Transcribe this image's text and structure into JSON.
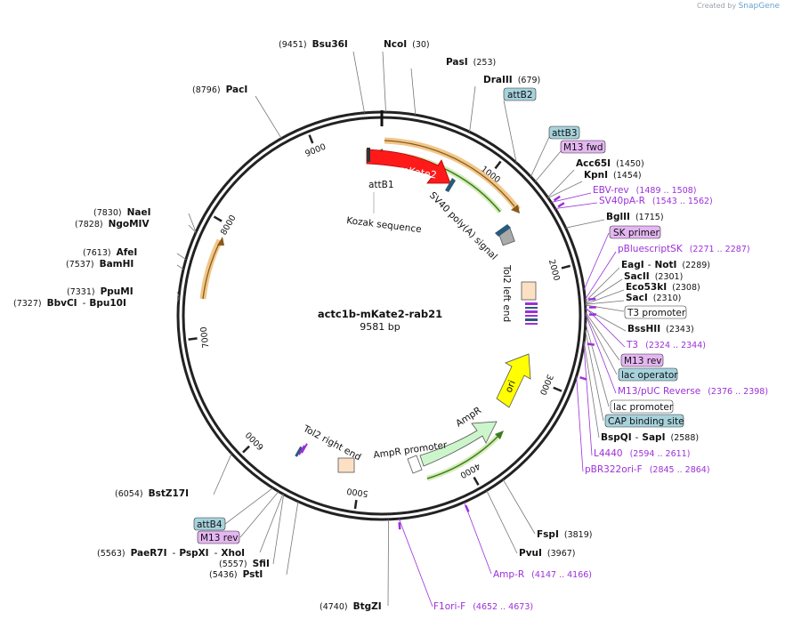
{
  "credit": {
    "prefix": "Created by",
    "brand": "SnapGene"
  },
  "plasmid": {
    "name": "actc1b-mKate2-rab21",
    "length_label": "9581 bp",
    "length": 9581
  },
  "ruler": [
    {
      "pos": 1000,
      "label": "1000"
    },
    {
      "pos": 2000,
      "label": "2000"
    },
    {
      "pos": 3000,
      "label": "3000"
    },
    {
      "pos": 4000,
      "label": "4000"
    },
    {
      "pos": 5000,
      "label": "5000"
    },
    {
      "pos": 6000,
      "label": "6000"
    },
    {
      "pos": 7000,
      "label": "7000"
    },
    {
      "pos": 8000,
      "label": "8000"
    },
    {
      "pos": 9000,
      "label": "9000"
    }
  ],
  "sites": [
    {
      "name": "Bsu36I",
      "pos": "(9451)",
      "side": "left",
      "bp": 9451
    },
    {
      "name": "NcoI",
      "pos": "(30)",
      "side": "right",
      "bp": 30
    },
    {
      "name": "PasI",
      "pos": "(253)",
      "side": "right",
      "bp": 253
    },
    {
      "name": "DraIII",
      "pos": "(679)",
      "side": "right",
      "bp": 679
    },
    {
      "name": "PacI",
      "pos": "(8796)",
      "side": "left",
      "bp": 8796
    },
    {
      "name": "Acc65I",
      "pos": "(1450)",
      "side": "right",
      "bp": 1450
    },
    {
      "name": "KpnI",
      "pos": "(1454)",
      "side": "right",
      "bp": 1454
    },
    {
      "name": "BglII",
      "pos": "(1715)",
      "side": "right",
      "bp": 1715
    },
    {
      "name": "NaeI",
      "pos": "(7830)",
      "side": "left",
      "bp": 7830
    },
    {
      "name": "NgoMIV",
      "pos": "(7828)",
      "side": "left",
      "bp": 7828
    },
    {
      "name": "AfeI",
      "pos": "(7613)",
      "side": "left",
      "bp": 7613
    },
    {
      "name": "BamHI",
      "pos": "(7537)",
      "side": "left",
      "bp": 7537
    },
    {
      "name": "EagI",
      "name2": "NotI",
      "pos": "(2289)",
      "side": "right",
      "bp": 2289
    },
    {
      "name": "SacII",
      "pos": "(2301)",
      "side": "right",
      "bp": 2301
    },
    {
      "name": "Eco53kI",
      "pos": "(2308)",
      "side": "right",
      "bp": 2308
    },
    {
      "name": "SacI",
      "pos": "(2310)",
      "side": "right",
      "bp": 2310
    },
    {
      "name": "PpuMI",
      "pos": "(7331)",
      "side": "left",
      "bp": 7331
    },
    {
      "name": "BbvCI",
      "name2": "Bpu10I",
      "pos": "(7327)",
      "side": "left",
      "bp": 7327
    },
    {
      "name": "BssHII",
      "pos": "(2343)",
      "side": "right",
      "bp": 2343
    },
    {
      "name": "BspQI",
      "name2": "SapI",
      "pos": "(2588)",
      "side": "right",
      "bp": 2588
    },
    {
      "name": "FspI",
      "pos": "(3819)",
      "side": "right",
      "bp": 3819
    },
    {
      "name": "PvuI",
      "pos": "(3967)",
      "side": "right",
      "bp": 3967
    },
    {
      "name": "BstZ17I",
      "pos": "(6054)",
      "side": "left",
      "bp": 6054
    },
    {
      "name": "PaeR7I",
      "name2": "PspXI",
      "name3": "XhoI",
      "pos": "(5563)",
      "side": "left",
      "bp": 5563
    },
    {
      "name": "SfiI",
      "pos": "(5557)",
      "side": "left",
      "bp": 5557
    },
    {
      "name": "PstI",
      "pos": "(5436)",
      "side": "left",
      "bp": 5436
    },
    {
      "name": "BtgZI",
      "pos": "(4740)",
      "side": "left",
      "bp": 4740
    }
  ],
  "primers": [
    {
      "name": "EBV-rev",
      "range": "(1489 .. 1508)"
    },
    {
      "name": "SV40pA-R",
      "range": "(1543 .. 1562)"
    },
    {
      "name": "pBluescriptSK",
      "range": "(2271 .. 2287)"
    },
    {
      "name": "T3",
      "range": "(2324 .. 2344)"
    },
    {
      "name": "M13/pUC Reverse",
      "range": "(2376 .. 2398)"
    },
    {
      "name": "L4440",
      "range": "(2594 .. 2611)"
    },
    {
      "name": "pBR322ori-F",
      "range": "(2845 .. 2864)"
    },
    {
      "name": "Amp-R",
      "range": "(4147 .. 4166)"
    },
    {
      "name": "F1ori-F",
      "range": "(4652 .. 4673)"
    }
  ],
  "boxes": [
    {
      "name": "attB2",
      "kind": "teal"
    },
    {
      "name": "attB3",
      "kind": "teal"
    },
    {
      "name": "M13 fwd",
      "kind": "purple"
    },
    {
      "name": "SK primer",
      "kind": "purple"
    },
    {
      "name": "T3 promoter",
      "kind": "white"
    },
    {
      "name": "M13 rev",
      "kind": "purple"
    },
    {
      "name": "lac operator",
      "kind": "teal"
    },
    {
      "name": "lac promoter",
      "kind": "white"
    },
    {
      "name": "CAP binding site",
      "kind": "teal"
    },
    {
      "name": "attB4",
      "kind": "teal"
    },
    {
      "name": "M13 rev",
      "kind": "purple"
    }
  ],
  "features": {
    "mkate2": "mKate2",
    "attb1": "attB1",
    "kozak": "Kozak sequence",
    "sv40": "SV40 poly(A) signal",
    "tol2_left": "Tol2 left end",
    "ori": "ori",
    "ampr": "AmpR",
    "ampr_promoter": "AmpR promoter",
    "tol2_right": "Tol2 right end"
  },
  "colors": {
    "mkate2": "#ff1a1a",
    "ori": "#ffff00",
    "ampr": "#ccf5cc",
    "purple": "#9b30d9",
    "teal": "#a6d2dc",
    "primer_box": "#e4b6f2",
    "orange_arc": "#f0c78a",
    "green_arc": "#3a7d1e"
  }
}
